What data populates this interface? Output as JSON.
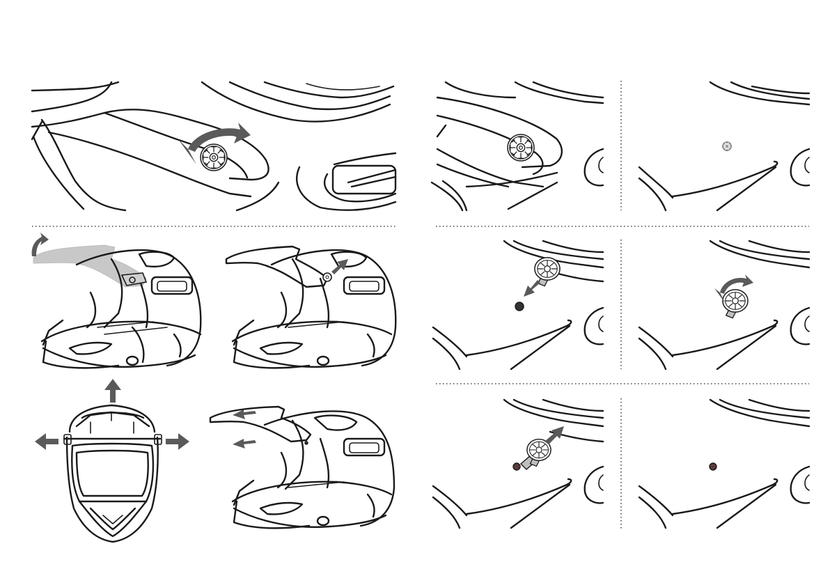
{
  "diagram": {
    "panels": [
      {
        "id": "detail-screw-rotate",
        "arrow": "curved-counterclockwise",
        "icon": "screw-icon"
      },
      {
        "id": "helmet-visor-lift",
        "arrow": "curved-up",
        "icon": "helmet-icon"
      },
      {
        "id": "helmet-screw-remove",
        "arrow": "straight-out",
        "icon": "helmet-icon"
      },
      {
        "id": "helmet-front-spread",
        "arrow": "three-directional",
        "icon": "helmet-icon"
      },
      {
        "id": "helmet-visor-slide",
        "arrow": "slide-forward",
        "icon": "helmet-icon"
      },
      {
        "id": "step-screw-in-place",
        "icon": "screw-icon"
      },
      {
        "id": "step-base-small",
        "icon": "screw-icon"
      },
      {
        "id": "step-screw-pull-out",
        "arrow": "straight-down-left",
        "icon": "screw-icon"
      },
      {
        "id": "step-screw-rotate",
        "arrow": "curved-counterclockwise",
        "icon": "screw-icon"
      },
      {
        "id": "step-screw-insert",
        "arrow": "straight-up-right",
        "icon": "screw-icon"
      },
      {
        "id": "step-hole-only",
        "icon": "hole-icon"
      }
    ],
    "colors": {
      "line": "#1a1a1a",
      "arrow": "#5a5a5a",
      "ghost": "#c8c8c8",
      "background": "#ffffff"
    }
  }
}
